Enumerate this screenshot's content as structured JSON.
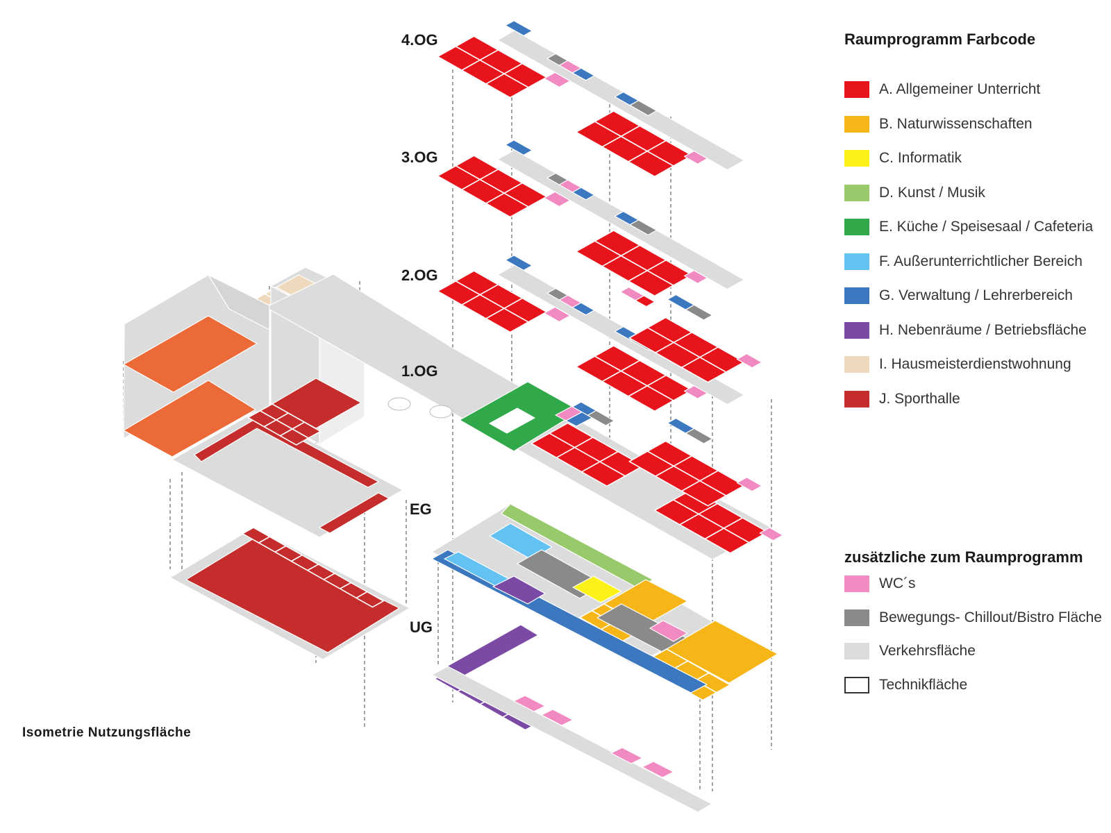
{
  "floors": [
    "4.OG",
    "3.OG",
    "2.OG",
    "1.OG",
    "EG",
    "UG"
  ],
  "caption": "Isometrie  Nutzungsfläche",
  "legend_main": {
    "title": "Raumprogramm Farbcode",
    "items": [
      {
        "label": "A. Allgemeiner Unterricht",
        "color": "#e8141b"
      },
      {
        "label": "B. Naturwissenschaften",
        "color": "#f6b617"
      },
      {
        "label": "C. Informatik",
        "color": "#fcf21a"
      },
      {
        "label": "D. Kunst  / Musik",
        "color": "#98c96a"
      },
      {
        "label": "E. Küche  / Speisesaal  / Cafeteria",
        "color": "#31a84a"
      },
      {
        "label": "F. Außerunterrichtlicher Bereich",
        "color": "#63c2f1"
      },
      {
        "label": "G. Verwaltung  / Lehrerbereich",
        "color": "#3b78c0"
      },
      {
        "label": "H. Nebenräume  / Betriebsfläche",
        "color": "#7b4aa4"
      },
      {
        "label": "I. Hausmeisterdienstwohnung",
        "color": "#efd9bc"
      },
      {
        "label": "J. Sporthalle",
        "color": "#c42d2c"
      }
    ]
  },
  "legend_extra": {
    "title": "zusätzliche zum Raumprogramm",
    "items": [
      {
        "label": "WC´s",
        "color": "#f28ac2"
      },
      {
        "label": "Bewegungs- Chillout/Bistro Fläche",
        "color": "#8a8a8a"
      },
      {
        "label": "Verkehrsfläche",
        "color": "#dcdcdc"
      },
      {
        "label": "Technikfläche",
        "color": "#ffffff"
      }
    ]
  }
}
